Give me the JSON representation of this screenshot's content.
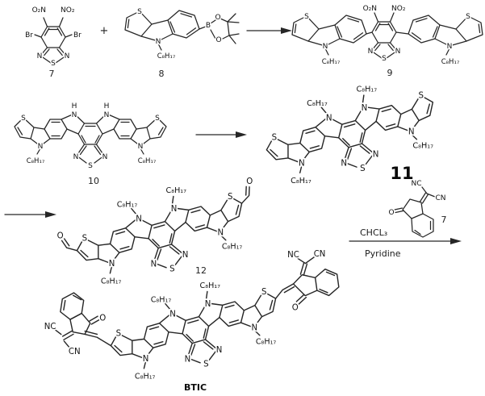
{
  "molecule_labels": {
    "s": "S",
    "n": "N",
    "h": "H",
    "o": "O",
    "b": "B",
    "nc": "NC",
    "cn": "CN",
    "br": "Br",
    "octyl": "C₈H₁₇",
    "nitro_left": "O₂N",
    "nitro_right": "NO₂"
  },
  "compound_numbers": {
    "c7": "7",
    "c8": "8",
    "c9": "9",
    "c10": "10",
    "c11": "11",
    "c12": "12",
    "final": "BTIC"
  },
  "reaction_conditions": {
    "plus": "+",
    "solvent": "CHCL₃",
    "base": "Pyridine",
    "ic_reagent_number": "7"
  },
  "colors": {
    "bond": "#262626",
    "text": "#111111",
    "background": "#ffffff"
  }
}
